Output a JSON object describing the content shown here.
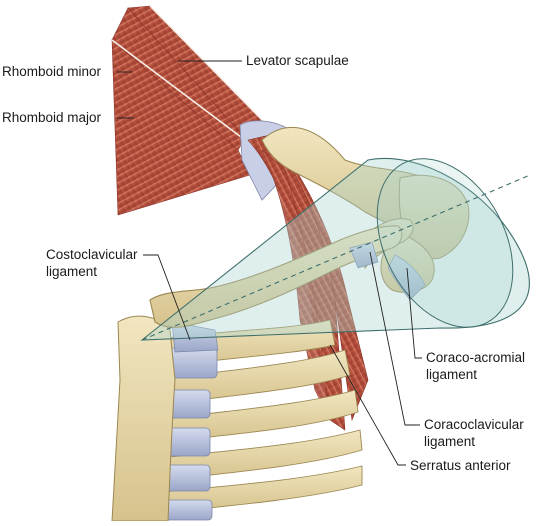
{
  "labels": {
    "levator_scapulae": "Levator scapulae",
    "rhomboid_minor": "Rhomboid minor",
    "rhomboid_major": "Rhomboid major",
    "costoclavicular": [
      "Costoclavicular",
      "ligament"
    ],
    "coraco_acromial": [
      "Coraco-acromial",
      "ligament"
    ],
    "coracoclavicular": [
      "Coracoclavicular",
      "ligament"
    ],
    "serratus_anterior": "Serratus anterior"
  },
  "colors": {
    "muscle": "#b8533f",
    "muscle_light": "#d98a6f",
    "bone": "#e8d9a6",
    "bone_shadow": "#c9b37a",
    "cartilage": "#b9c2db",
    "cone": "#a9d4cf",
    "cone_edge": "#3f6f6c",
    "leader": "#222222"
  }
}
